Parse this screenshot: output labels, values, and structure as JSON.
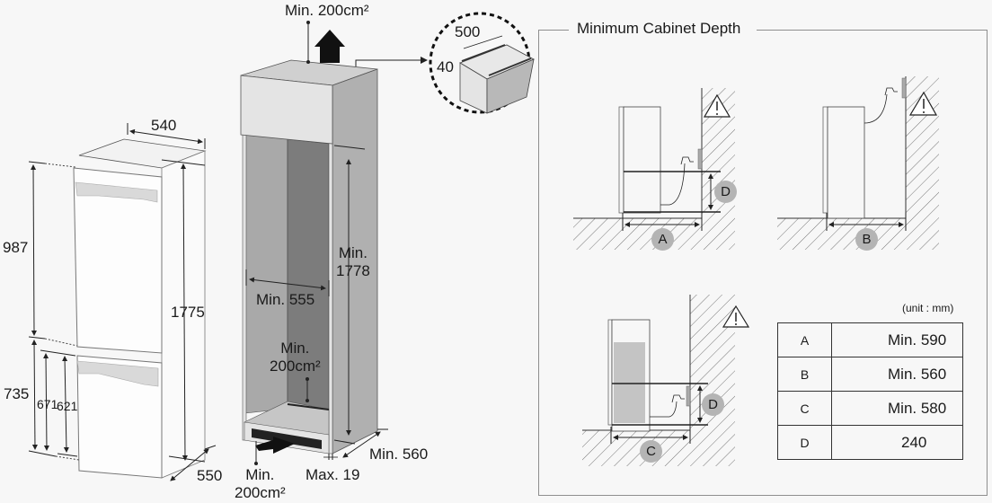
{
  "fridge_dimensions": {
    "width_top": "540",
    "depth_bottom": "550",
    "total_height": "1775",
    "upper_height": "987",
    "lower_height": "735",
    "lower_door_height": "671",
    "lower_door_inner_height": "621"
  },
  "cabinet_dimensions": {
    "top_vent_area": "Min. 200cm²",
    "detail_width": "500",
    "detail_depth": "40",
    "inner_height_line1": "Min.",
    "inner_height_line2": "1778",
    "inner_width": "Min. 555",
    "rear_vent_line1": "Min.",
    "rear_vent_line2": "200cm²",
    "depth": "Min. 560",
    "bottom_vent_line1": "Min.",
    "bottom_vent_line2": "200cm²",
    "plinth_gap": "Max. 19"
  },
  "min_cabinet_depth": {
    "title": "Minimum Cabinet Depth",
    "unit_note": "(unit : mm)",
    "markers": {
      "a": "A",
      "b": "B",
      "c": "C",
      "d": "D"
    },
    "table": [
      {
        "key": "A",
        "value": "Min. 590"
      },
      {
        "key": "B",
        "value": "Min. 560"
      },
      {
        "key": "C",
        "value": "Min. 580"
      },
      {
        "key": "D",
        "value": "240"
      }
    ]
  },
  "colors": {
    "background": "#f7f7f7",
    "cabinet_side": "#b0b0b0",
    "cabinet_back": "#7c7c7c",
    "cabinet_front": "#e4e4e4",
    "marker_fill": "#b4b4b4"
  }
}
